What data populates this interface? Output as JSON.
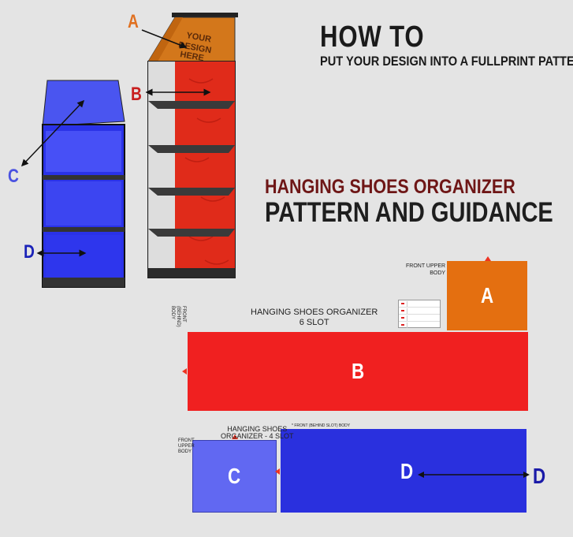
{
  "header": {
    "how_to": "HOW TO",
    "subtitle": "PUT YOUR DESIGN INTO A FULLPRINT PATTERN"
  },
  "product": {
    "title_line1": "HANGING SHOES ORGANIZER",
    "title_line2": "PATTERN AND GUIDANCE",
    "graphic_text": [
      "YOUR",
      "DESIGN",
      "HERE"
    ],
    "labels": {
      "a": "A",
      "b": "B",
      "c": "C",
      "d": "D"
    }
  },
  "pattern": {
    "organizer_6_line1": "HANGING SHOES ORGANIZER",
    "organizer_6_line2": "6 SLOT",
    "organizer_4_line1": "HANGING SHOES",
    "organizer_4_line2": "ORGANIZER - 4 SLOT",
    "front_upper_body_a_line1": "FRONT UPPER",
    "front_upper_body_a_line2": "BODY",
    "front_upper_body_c_line1": "FRONT",
    "front_upper_body_c_line2": "UPPER",
    "front_upper_body_c_line3": "BODY",
    "front_behind_body_line1": "FRONT",
    "front_behind_body_line2": "(BEHIND)",
    "front_behind_body_line3": "BODY",
    "front_behind_slot_body": "* FRONT (BEHIND SLOT) BODY",
    "piece_a": "A",
    "piece_b": "B",
    "piece_c": "C",
    "piece_d": "D",
    "outside_d": "D"
  },
  "colors": {
    "orange": "#e46f10",
    "red": "#f02020",
    "light_blue": "#6168f2",
    "blue": "#2a30de"
  }
}
